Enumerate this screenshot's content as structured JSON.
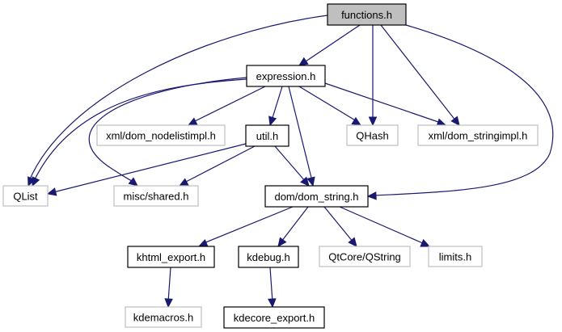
{
  "diagram": {
    "type": "include-dependency-graph",
    "colors": {
      "edge": "#191970",
      "root_fill": "#bfbfbf",
      "solid_border": "#000000",
      "external_border": "#bfbfbf"
    },
    "nodes": [
      {
        "id": "functions_h",
        "label": "functions.h",
        "kind": "root"
      },
      {
        "id": "expression_h",
        "label": "expression.h",
        "kind": "solid"
      },
      {
        "id": "xml_dom_nodelistimpl_h",
        "label": "xml/dom_nodelistimpl.h",
        "kind": "external"
      },
      {
        "id": "util_h",
        "label": "util.h",
        "kind": "solid"
      },
      {
        "id": "QHash",
        "label": "QHash",
        "kind": "external"
      },
      {
        "id": "xml_dom_stringimpl_h",
        "label": "xml/dom_stringimpl.h",
        "kind": "external"
      },
      {
        "id": "QList",
        "label": "QList",
        "kind": "external"
      },
      {
        "id": "misc_shared_h",
        "label": "misc/shared.h",
        "kind": "external"
      },
      {
        "id": "dom_dom_string_h",
        "label": "dom/dom_string.h",
        "kind": "solid"
      },
      {
        "id": "khtml_export_h",
        "label": "khtml_export.h",
        "kind": "solid"
      },
      {
        "id": "kdebug_h",
        "label": "kdebug.h",
        "kind": "solid"
      },
      {
        "id": "QtCore_QString",
        "label": "QtCore/QString",
        "kind": "external"
      },
      {
        "id": "limits_h",
        "label": "limits.h",
        "kind": "external"
      },
      {
        "id": "kdemacros_h",
        "label": "kdemacros.h",
        "kind": "external"
      },
      {
        "id": "kdecore_export_h",
        "label": "kdecore_export.h",
        "kind": "solid"
      }
    ],
    "edges": [
      {
        "from": "functions_h",
        "to": "expression_h"
      },
      {
        "from": "functions_h",
        "to": "QList"
      },
      {
        "from": "functions_h",
        "to": "QHash"
      },
      {
        "from": "functions_h",
        "to": "xml_dom_stringimpl_h"
      },
      {
        "from": "functions_h",
        "to": "dom_dom_string_h"
      },
      {
        "from": "expression_h",
        "to": "QList"
      },
      {
        "from": "expression_h",
        "to": "misc_shared_h"
      },
      {
        "from": "expression_h",
        "to": "xml_dom_nodelistimpl_h"
      },
      {
        "from": "expression_h",
        "to": "util_h"
      },
      {
        "from": "expression_h",
        "to": "dom_dom_string_h"
      },
      {
        "from": "expression_h",
        "to": "QHash"
      },
      {
        "from": "expression_h",
        "to": "xml_dom_stringimpl_h"
      },
      {
        "from": "util_h",
        "to": "QList"
      },
      {
        "from": "util_h",
        "to": "misc_shared_h"
      },
      {
        "from": "util_h",
        "to": "dom_dom_string_h"
      },
      {
        "from": "dom_dom_string_h",
        "to": "khtml_export_h"
      },
      {
        "from": "dom_dom_string_h",
        "to": "kdebug_h"
      },
      {
        "from": "dom_dom_string_h",
        "to": "QtCore_QString"
      },
      {
        "from": "dom_dom_string_h",
        "to": "limits_h"
      },
      {
        "from": "khtml_export_h",
        "to": "kdemacros_h"
      },
      {
        "from": "kdebug_h",
        "to": "kdecore_export_h"
      }
    ]
  }
}
